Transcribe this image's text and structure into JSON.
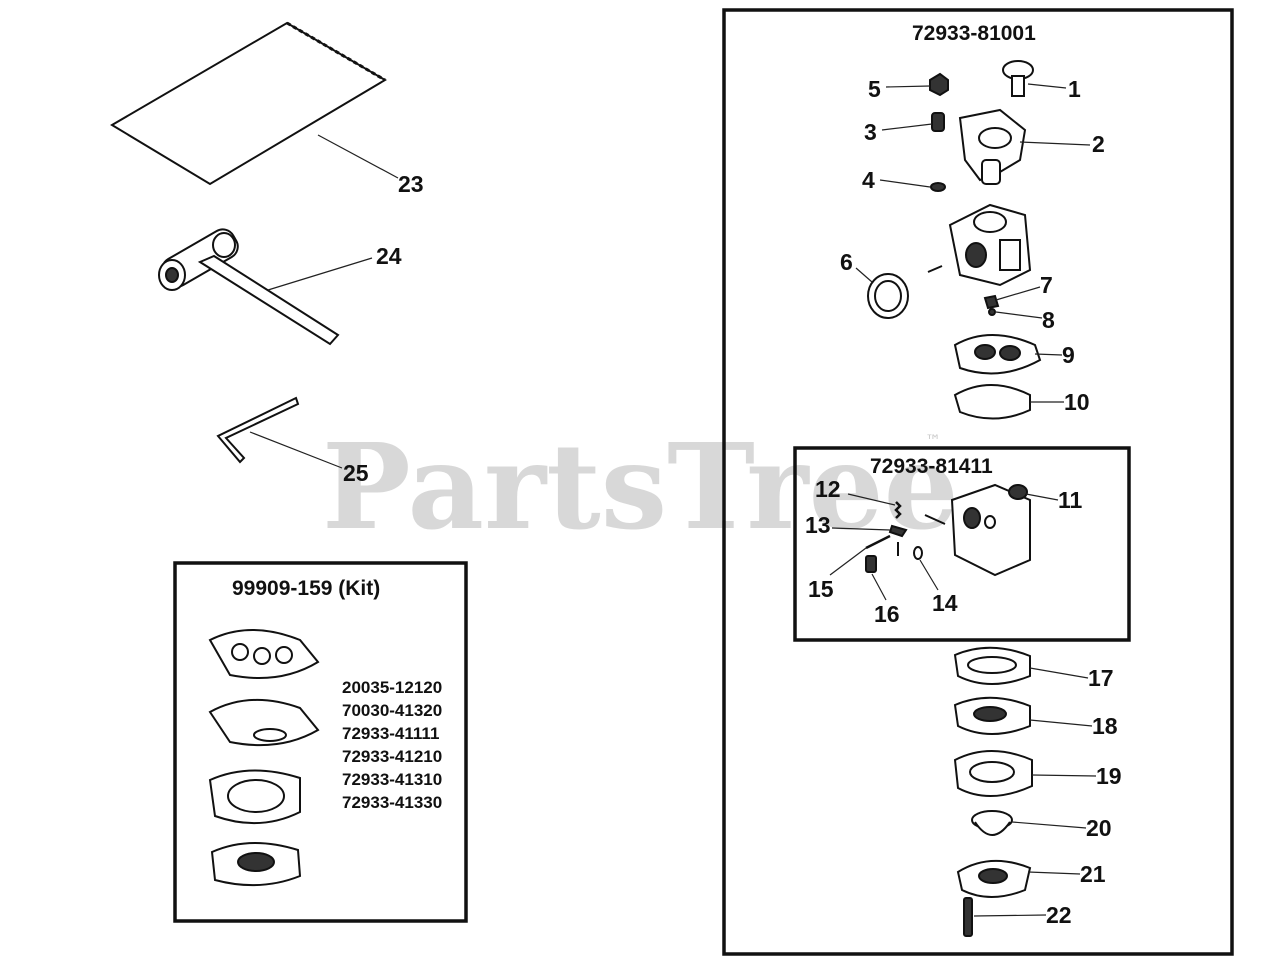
{
  "watermark": {
    "text": "PartsTree",
    "trademark": "™"
  },
  "assemblies": {
    "carburetor": {
      "part_number": "72933-81001"
    },
    "carburetor_body": {
      "part_number": "72933-81411"
    },
    "kit": {
      "title": "99909-159 (Kit)",
      "parts": [
        "20035-12120",
        "70030-41320",
        "72933-41111",
        "72933-41210",
        "72933-41310",
        "72933-41330"
      ]
    }
  },
  "callouts": {
    "c1": "1",
    "c2": "2",
    "c3": "3",
    "c4": "4",
    "c5": "5",
    "c6": "6",
    "c7": "7",
    "c8": "8",
    "c9": "9",
    "c10": "10",
    "c11": "11",
    "c12": "12",
    "c13": "13",
    "c14": "14",
    "c15": "15",
    "c16": "16",
    "c17": "17",
    "c18": "18",
    "c19": "19",
    "c20": "20",
    "c21": "21",
    "c22": "22",
    "c23": "23",
    "c24": "24",
    "c25": "25"
  },
  "colors": {
    "ink": "#111111",
    "watermark": "#c8c8c8",
    "background": "#ffffff"
  }
}
